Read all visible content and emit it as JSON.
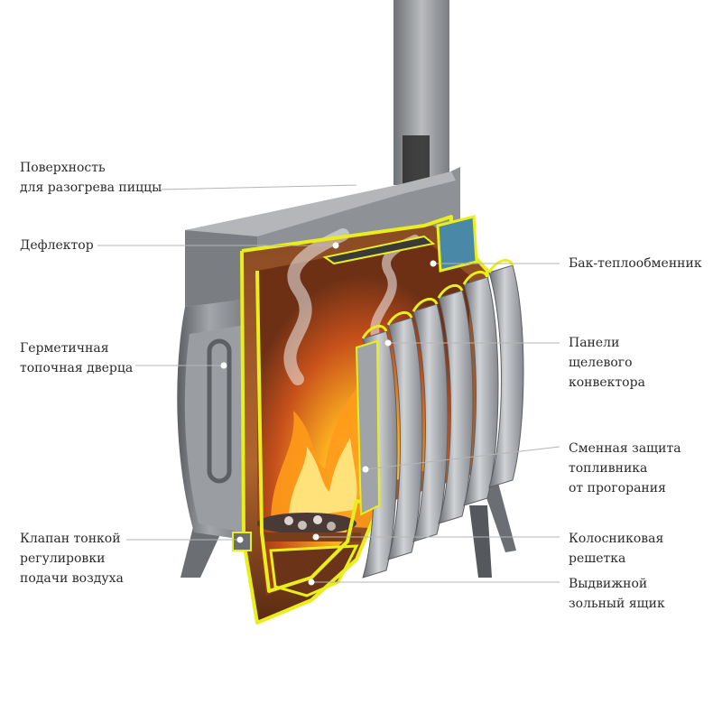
{
  "colors": {
    "steel": "#8e9196",
    "steel_dark": "#5c5f63",
    "steel_light": "#c2c4c7",
    "cut_outline": "#e8ef1a",
    "flame_core": "#fff1a0",
    "flame_mid": "#ffb020",
    "flame_outer": "#e0500a",
    "chamber": "#a85a2a",
    "leader_line": "#b5b5b5"
  },
  "labels": {
    "pizza_surface": [
      "Поверхность",
      "для разогрева пиццы"
    ],
    "deflector": [
      "Дефлектор"
    ],
    "sealed_door": [
      "Герметичная",
      "топочная дверца"
    ],
    "air_valve": [
      "Клапан тонкой",
      "регулировки",
      "подачи воздуха"
    ],
    "heat_exchanger": [
      "Бак-теплообменник"
    ],
    "convector_panels": [
      "Панели",
      "щелевого",
      "конвектора"
    ],
    "burnout_protection": [
      "Сменная защита",
      "топливника",
      "от прогорания"
    ],
    "grate": [
      "Колосниковая",
      "решетка"
    ],
    "ash_drawer": [
      "Выдвижной",
      "зольный ящик"
    ]
  }
}
